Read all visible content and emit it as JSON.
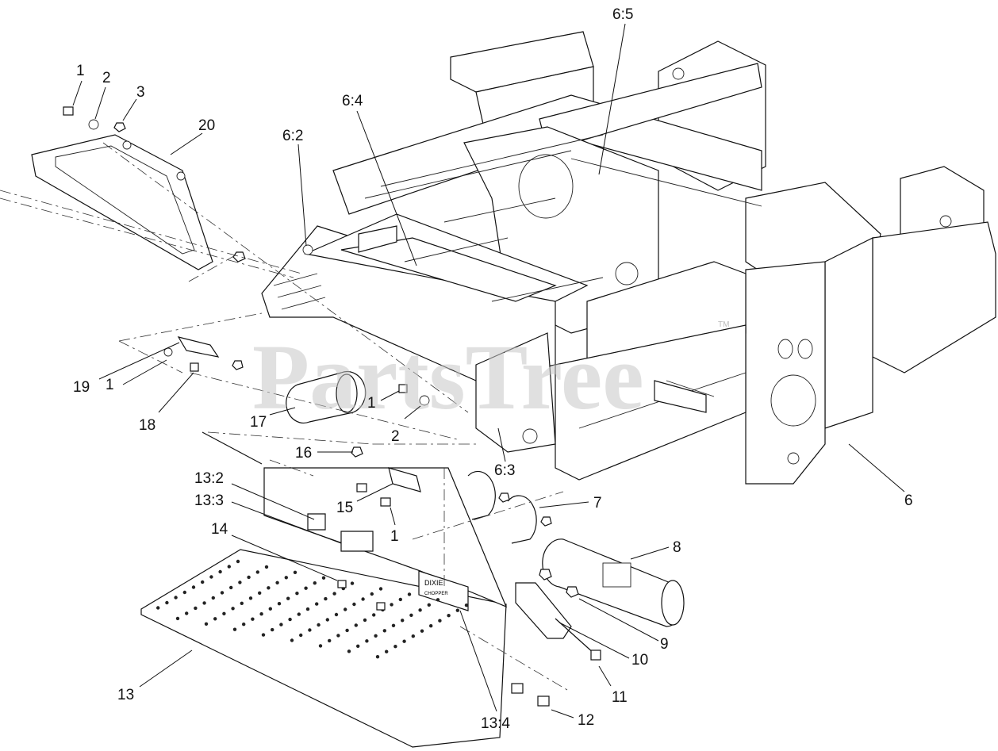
{
  "watermark": {
    "text": "PartsTree",
    "tm": "TM"
  },
  "callouts": {
    "c1a": "1",
    "c2a": "2",
    "c3": "3",
    "c20": "20",
    "c6_2": "6:2",
    "c6_4": "6:4",
    "c6_5": "6:5",
    "c19": "19",
    "c1b": "1",
    "c18": "18",
    "c17": "17",
    "c1c": "1",
    "c2b": "2",
    "c16": "16",
    "c6_3": "6:3",
    "c13_2": "13:2",
    "c13_3": "13:3",
    "c15": "15",
    "c1d": "1",
    "c7": "7",
    "c14": "14",
    "c6": "6",
    "c8": "8",
    "c9": "9",
    "c10": "10",
    "c11": "11",
    "c13": "13",
    "c13_4": "13:4",
    "c12": "12"
  },
  "decal": {
    "brand": "DIXIE",
    "sub": "CHOPPER"
  }
}
